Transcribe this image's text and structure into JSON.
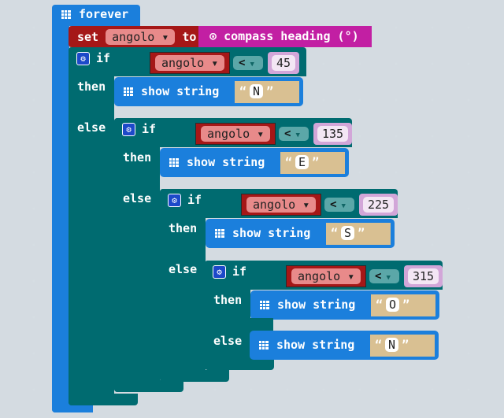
{
  "forever": {
    "label": "forever"
  },
  "set": {
    "label": "set",
    "variable": "angolo ▾",
    "to": "to",
    "value": "compass heading (°)"
  },
  "ifs": [
    {
      "if": "if",
      "then": "then",
      "else": "else",
      "variable": "angolo ▾",
      "op": "<",
      "value": "45",
      "show": "show string",
      "string": "N"
    },
    {
      "if": "if",
      "then": "then",
      "else": "else",
      "variable": "angolo ▾",
      "op": "<",
      "value": "135",
      "show": "show string",
      "string": "E"
    },
    {
      "if": "if",
      "then": "then",
      "else": "else",
      "variable": "angolo ▾",
      "op": "<",
      "value": "225",
      "show": "show string",
      "string": "S"
    },
    {
      "if": "if",
      "then": "then",
      "else": "else",
      "variable": "angolo ▾",
      "op": "<",
      "value": "315",
      "show": "show string",
      "string": "O"
    }
  ],
  "else_show": {
    "show": "show string",
    "string": "N"
  },
  "colors": {
    "basic": "#1b7fdc",
    "logic": "#006b70",
    "variables": "#a51717",
    "input": "#c21fa3"
  }
}
